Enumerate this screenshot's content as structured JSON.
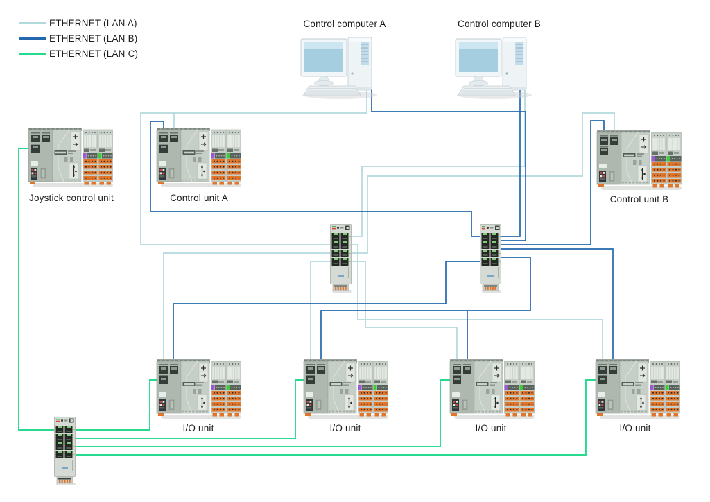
{
  "legend": {
    "items": [
      {
        "id": "lan-a",
        "label": "ETHERNET (LAN A)"
      },
      {
        "id": "lan-b",
        "label": "ETHERNET (LAN B)"
      },
      {
        "id": "lan-c",
        "label": "ETHERNET (LAN C)"
      }
    ]
  },
  "labels": {
    "computer_a": "Control computer A",
    "computer_b": "Control computer B",
    "joystick": "Joystick control unit",
    "control_a": "Control unit A",
    "control_b": "Control unit B",
    "io_unit": "I/O unit"
  },
  "colors": {
    "lan_a": "#b2d9dd",
    "lan_b": "#2268af",
    "lan_c": "#27da8d"
  }
}
